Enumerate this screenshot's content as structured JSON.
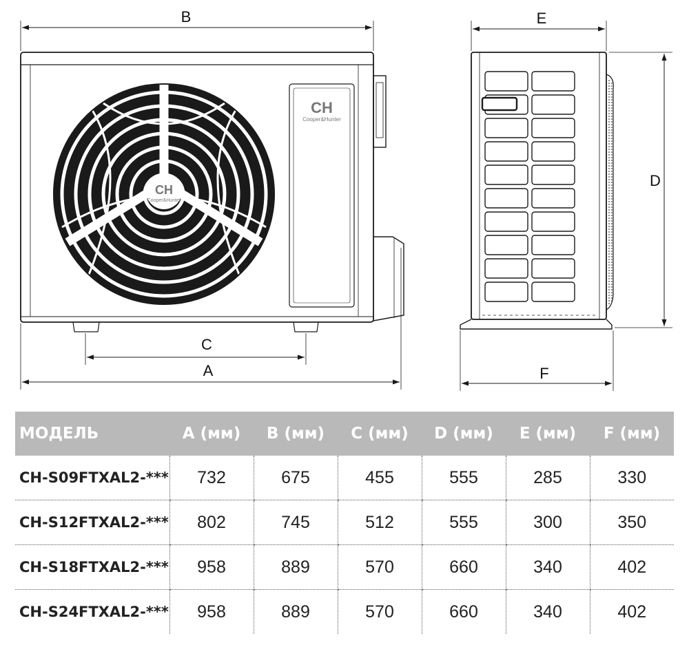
{
  "drawing": {
    "labels": {
      "A": "A",
      "B": "B",
      "C": "C",
      "D": "D",
      "E": "E",
      "F": "F"
    },
    "logo": {
      "mark": "CH",
      "brand": "Cooper&Hunter"
    }
  },
  "table": {
    "headers": [
      "МОДЕЛЬ",
      "A (мм)",
      "B (мм)",
      "C (мм)",
      "D (мм)",
      "E (мм)",
      "F (мм)"
    ],
    "rows": [
      {
        "model": "CH-S09FTXAL2-***",
        "values": [
          "732",
          "675",
          "455",
          "555",
          "285",
          "330"
        ]
      },
      {
        "model": "CH-S12FTXAL2-***",
        "values": [
          "802",
          "745",
          "512",
          "555",
          "300",
          "350"
        ]
      },
      {
        "model": "CH-S18FTXAL2-***",
        "values": [
          "958",
          "889",
          "570",
          "660",
          "340",
          "402"
        ]
      },
      {
        "model": "CH-S24FTXAL2-***",
        "values": [
          "958",
          "889",
          "570",
          "660",
          "340",
          "402"
        ]
      }
    ]
  },
  "colors": {
    "header_bg": "#b9b9b9",
    "header_text": "#ffffff",
    "line": "#1a1a1a"
  }
}
